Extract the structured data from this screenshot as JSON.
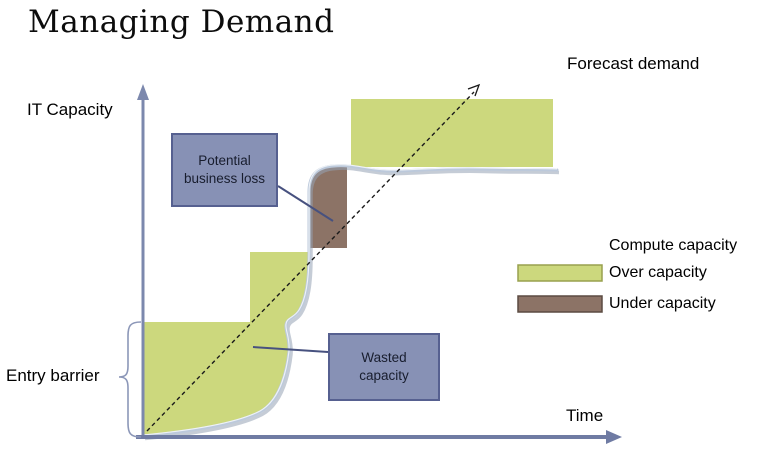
{
  "title": "Managing Demand",
  "axes": {
    "y_label": "IT Capacity",
    "x_label": "Time"
  },
  "demand": {
    "label": "Forecast demand"
  },
  "entry_barrier": {
    "label": "Entry barrier"
  },
  "callouts": {
    "potential_business_loss": {
      "label": "Potential business loss"
    },
    "wasted_capacity": {
      "label": "Wasted capacity"
    }
  },
  "legend": {
    "title": "Compute capacity",
    "items": [
      {
        "label": "Over capacity",
        "color": "#ccd87d"
      },
      {
        "label": "Under capacity",
        "color": "#8c7366"
      }
    ]
  },
  "colors": {
    "over_capacity_fill": "#ccd87d",
    "under_capacity_fill": "#8c7366",
    "capacity_curve": "#bcc9db",
    "axis": "#7c88ad",
    "callout_fill": "#8791b5",
    "callout_border": "#566090"
  }
}
